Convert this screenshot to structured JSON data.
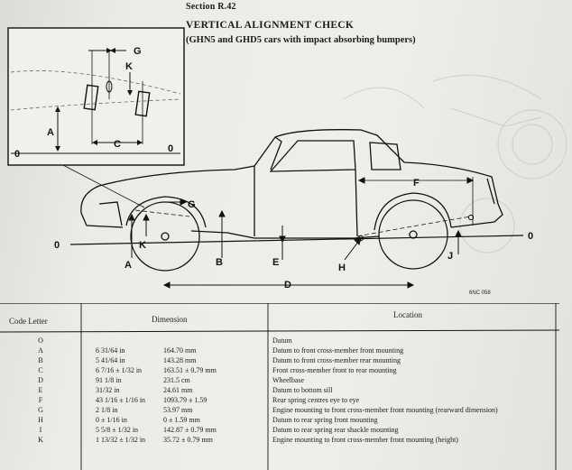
{
  "header": {
    "section": "Section R.42",
    "title": "VERTICAL ALIGNMENT CHECK",
    "subtitle": "(GHN5 and GHD5 cars with impact absorbing bumpers)"
  },
  "diagram": {
    "inset_labels": [
      "G",
      "K",
      "A",
      "C",
      "0",
      "0"
    ],
    "main_labels": [
      "G",
      "K",
      "A",
      "B",
      "E",
      "D",
      "F",
      "H",
      "J",
      "0",
      "0"
    ],
    "figure_code": "6NC 058"
  },
  "table": {
    "headers": {
      "code": "Code Letter",
      "dimension": "Dimension",
      "location": "Location"
    },
    "rows": [
      {
        "code": "O",
        "imperial": "",
        "metric": "",
        "location": "Datum"
      },
      {
        "code": "A",
        "imperial": "6 31/64 in",
        "metric": "164.70 mm",
        "location": "Datum to front cross-member    front mounting"
      },
      {
        "code": "B",
        "imperial": "5 41/64 in",
        "metric": "143.28 mm",
        "location": "Datum to front cross-member    rear mounting"
      },
      {
        "code": "C",
        "imperial": "6 7/16 ± 1/32 in",
        "metric": "163.51 ± 0.79 mm",
        "location": "Front cross-member    front to rear mounting"
      },
      {
        "code": "D",
        "imperial": "91 1/8 in",
        "metric": "231.5 cm",
        "location": "Wheelbase"
      },
      {
        "code": "E",
        "imperial": "31/32 in",
        "metric": "24.61 mm",
        "location": "Datum to bottom sill"
      },
      {
        "code": "F",
        "imperial": "43 1/16 ± 1/16 in",
        "metric": "1093.79 ± 1.59",
        "location": "Rear spring centres    eye to eye"
      },
      {
        "code": "G",
        "imperial": "2 1/8 in",
        "metric": "53.97 mm",
        "location": "Engine mounting to front cross-member front mounting (rearward dimension)"
      },
      {
        "code": "H",
        "imperial": "0 ± 1/16 in",
        "metric": "0 ± 1.59 mm",
        "location": "Datum to rear spring    front mounting"
      },
      {
        "code": "I",
        "imperial": "5 5/8 ± 1/32 in",
        "metric": "142.87 ± 0.79 mm",
        "location": "Datum to rear spring    rear shackle mounting"
      },
      {
        "code": "K",
        "imperial": "1 13/32 ± 1/32 in",
        "metric": "35.72 ± 0.79 mm",
        "location": "Engine mounting to front cross-member front mounting (height)"
      }
    ]
  }
}
